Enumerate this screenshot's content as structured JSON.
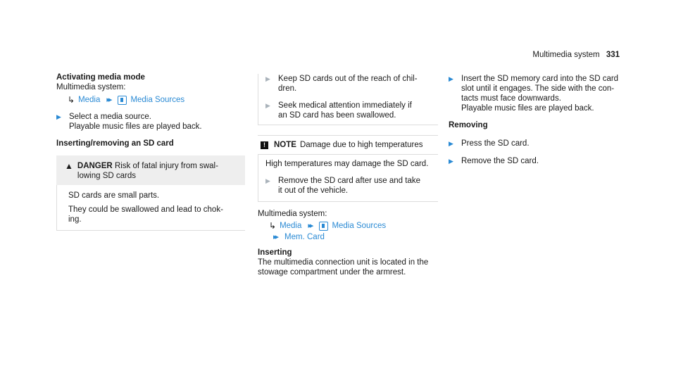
{
  "header": {
    "title": "Multimedia system",
    "page_number": "331"
  },
  "col1": {
    "section_title": "Activating media mode",
    "intro": "Multimedia system:",
    "nav": {
      "media": "Media",
      "sources": "Media Sources"
    },
    "step1_line1": "Select a media source.",
    "step1_line2": "Playable music files are played back.",
    "sd_title": "Inserting/removing an SD card",
    "danger_label": "DANGER",
    "danger_text1": "Risk of fatal injury from swal-",
    "danger_text2": "lowing SD cards",
    "danger_p1": "SD cards are small parts.",
    "danger_p2_line1": "They could be swallowed and lead to chok-",
    "danger_p2_line2": "ing."
  },
  "col2": {
    "danger_step1_line1": "Keep SD cards out of the reach of chil-",
    "danger_step1_line2": "dren.",
    "danger_step2_line1": "Seek medical attention immediately if",
    "danger_step2_line2": "an SD card has been swallowed.",
    "note_label": "NOTE",
    "note_title": "Damage due to high temperatures",
    "note_text": "High temperatures may damage the SD card.",
    "note_step_line1": "Remove the SD card after use and take",
    "note_step_line2": "it out of the vehicle.",
    "intro": "Multimedia system:",
    "nav": {
      "media": "Media",
      "sources": "Media Sources",
      "memcard": "Mem. Card"
    },
    "inserting_title": "Inserting",
    "inserting_line1": "The multimedia connection unit is located in the",
    "inserting_line2": "stowage compartment under the armrest."
  },
  "col3": {
    "step1_line1": "Insert the SD memory card into the SD card",
    "step1_line2": "slot until it engages. The side with the con-",
    "step1_line3": "tacts must face downwards.",
    "step1_line4": "Playable music files are played back.",
    "removing_title": "Removing",
    "step2": "Press the SD card.",
    "step3": "Remove the SD card."
  }
}
